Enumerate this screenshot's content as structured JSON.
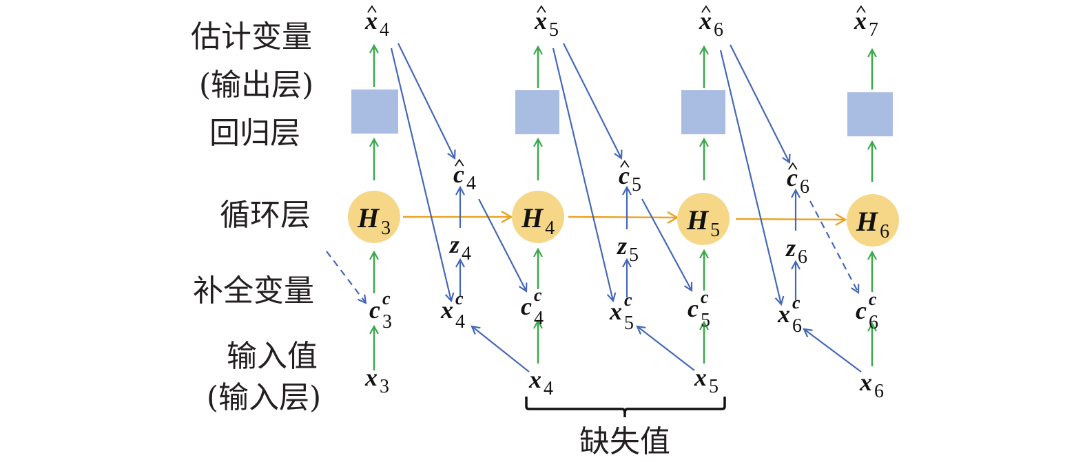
{
  "colors": {
    "green": "#3aa94a",
    "blue": "#4467b8",
    "orange": "#eaa425",
    "node_fill": "#f5d787",
    "box_fill": "#a9bde3",
    "text": "#231f20"
  },
  "row_labels": {
    "estimate_line1": "估计变量",
    "estimate_line2": "(输出层)",
    "regression": "回归层",
    "recurrent": "循环层",
    "complement": "补全变量",
    "input_line1": "输入值",
    "input_line2": "(输入层)"
  },
  "missing_label": "缺失值",
  "nodes": {
    "hidden": [
      {
        "base": "H",
        "sub": "3"
      },
      {
        "base": "H",
        "sub": "4"
      },
      {
        "base": "H",
        "sub": "5"
      },
      {
        "base": "H",
        "sub": "6"
      }
    ],
    "estimates": [
      {
        "base": "x",
        "sub": "4",
        "hat": "^"
      },
      {
        "base": "x",
        "sub": "5",
        "hat": "^"
      },
      {
        "base": "x",
        "sub": "6",
        "hat": "^"
      },
      {
        "base": "x",
        "sub": "7",
        "hat": "^"
      }
    ],
    "c_hat": [
      {
        "base": "c",
        "sub": "4",
        "hat": "^"
      },
      {
        "base": "c",
        "sub": "5",
        "hat": "^"
      },
      {
        "base": "c",
        "sub": "6",
        "hat": "^"
      }
    ],
    "z": [
      {
        "base": "z",
        "sub": "4"
      },
      {
        "base": "z",
        "sub": "5"
      },
      {
        "base": "z",
        "sub": "6"
      }
    ],
    "x_c": [
      {
        "base": "x",
        "sub": "4",
        "sup": "c"
      },
      {
        "base": "x",
        "sub": "5",
        "sup": "c"
      },
      {
        "base": "x",
        "sub": "6",
        "sup": "c"
      }
    ],
    "c_c": [
      {
        "base": "c",
        "sub": "3",
        "sup": "c"
      },
      {
        "base": "c",
        "sub": "4",
        "sup": "c"
      },
      {
        "base": "c",
        "sub": "5",
        "sup": "c"
      },
      {
        "base": "c",
        "sub": "6",
        "sup": "c"
      }
    ],
    "inputs": [
      {
        "base": "x",
        "sub": "3"
      },
      {
        "base": "x",
        "sub": "4"
      },
      {
        "base": "x",
        "sub": "5"
      },
      {
        "base": "x",
        "sub": "6"
      }
    ]
  }
}
